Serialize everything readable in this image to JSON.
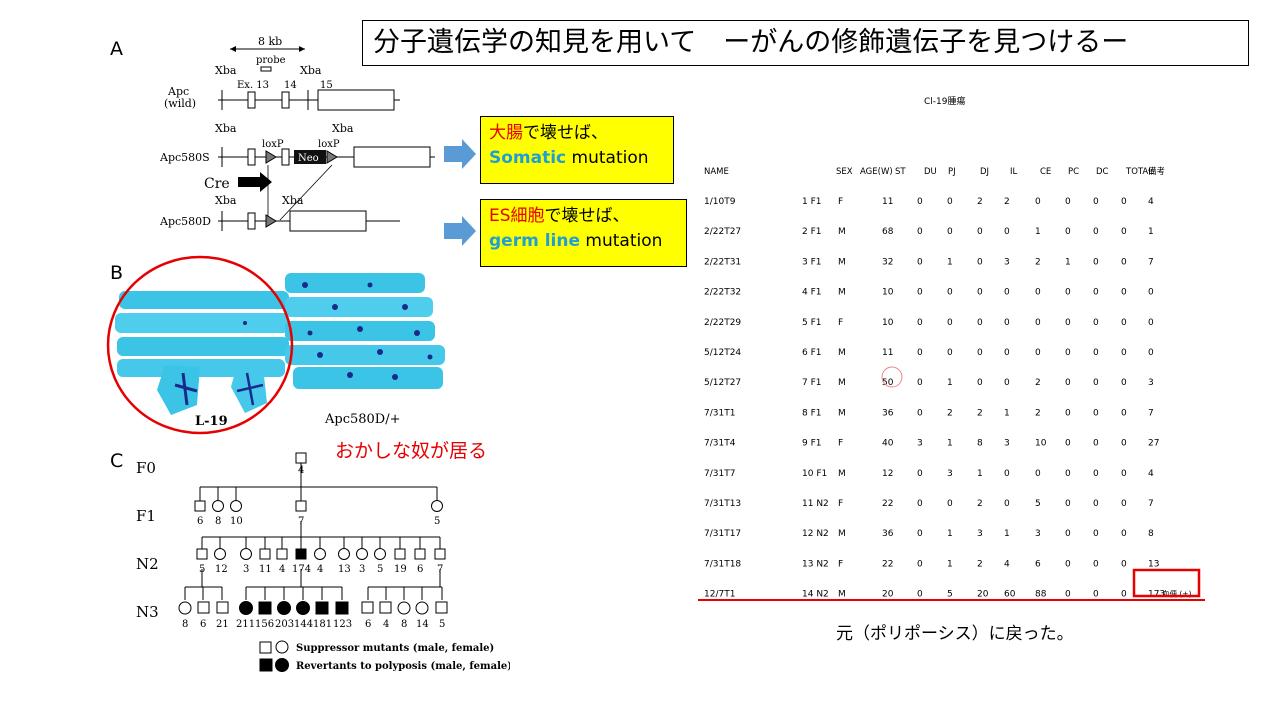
{
  "title": "分子遺伝学の知見を用いて　ーがんの修飾遺伝子を見つけるー",
  "panel_labels": {
    "a": "A",
    "b": "B",
    "c": "C"
  },
  "callout_somatic": {
    "red": "大腸",
    "rest": "で壊せば、",
    "blue": "Somatic",
    "tail": " mutation"
  },
  "callout_germ": {
    "red": "ES細胞",
    "rest": "で壊せば、",
    "blue": "germ line",
    "tail": " mutation"
  },
  "gene_map": {
    "scale": "8 kb",
    "probe": "probe",
    "xba": "Xba",
    "ex13": "Ex. 13",
    "ex14": "14",
    "ex15": "15",
    "apc_wild_1": "Apc",
    "apc_wild_2": "(wild)",
    "apc580s": "Apc580S",
    "apc580d": "Apc580D",
    "loxp": "loxP",
    "neo": "Neo",
    "cre": "Cre"
  },
  "photo": {
    "left_label": "L-19",
    "right_label": "Apc580D/+"
  },
  "odd_note": "おかしな奴が居る",
  "pedigree": {
    "gen": [
      "F0",
      "F1",
      "N2",
      "N3"
    ],
    "f0_ids": [
      "4"
    ],
    "f1_ids": [
      "6",
      "8",
      "10",
      "7",
      "5"
    ],
    "n2_ids": [
      "5",
      "12",
      "3",
      "11",
      "4",
      "174",
      "4",
      "13",
      "3",
      "5",
      "19",
      "6",
      "7"
    ],
    "n3_ids": [
      "8",
      "6",
      "21",
      "211",
      "156",
      "203",
      "144",
      "181",
      "123",
      "6",
      "4",
      "8",
      "14",
      "5"
    ],
    "legend_suppressor": "Suppressor mutants (male, female)",
    "legend_revertant": "Revertants to polyposis (male, female)"
  },
  "table": {
    "title": "Cl-19腫瘍",
    "headers": [
      "NAME",
      "SEX",
      "AGE(W)",
      "ST",
      "DU",
      "PJ",
      "DJ",
      "IL",
      "CE",
      "PC",
      "DC",
      "TOTAL",
      "備考"
    ],
    "rows": [
      {
        "name": "1/10T9",
        "no": "1 F1",
        "sex": "F",
        "age": "11",
        "v": [
          "0",
          "0",
          "2",
          "2",
          "0",
          "0",
          "0",
          "0"
        ],
        "total": "4",
        "note": ""
      },
      {
        "name": "2/22T27",
        "no": "2 F1",
        "sex": "M",
        "age": "68",
        "v": [
          "0",
          "0",
          "0",
          "0",
          "1",
          "0",
          "0",
          "0"
        ],
        "total": "1",
        "note": ""
      },
      {
        "name": "2/22T31",
        "no": "3 F1",
        "sex": "M",
        "age": "32",
        "v": [
          "0",
          "1",
          "0",
          "3",
          "2",
          "1",
          "0",
          "0"
        ],
        "total": "7",
        "note": ""
      },
      {
        "name": "2/22T32",
        "no": "4 F1",
        "sex": "M",
        "age": "10",
        "v": [
          "0",
          "0",
          "0",
          "0",
          "0",
          "0",
          "0",
          "0"
        ],
        "total": "0",
        "note": ""
      },
      {
        "name": "2/22T29",
        "no": "5 F1",
        "sex": "F",
        "age": "10",
        "v": [
          "0",
          "0",
          "0",
          "0",
          "0",
          "0",
          "0",
          "0"
        ],
        "total": "0",
        "note": ""
      },
      {
        "name": "5/12T24",
        "no": "6 F1",
        "sex": "M",
        "age": "11",
        "v": [
          "0",
          "0",
          "0",
          "0",
          "0",
          "0",
          "0",
          "0"
        ],
        "total": "0",
        "note": ""
      },
      {
        "name": "5/12T27",
        "no": "7 F1",
        "sex": "M",
        "age": "50",
        "v": [
          "0",
          "1",
          "0",
          "0",
          "2",
          "0",
          "0",
          "0"
        ],
        "total": "3",
        "note": ""
      },
      {
        "name": "7/31T1",
        "no": "8 F1",
        "sex": "M",
        "age": "36",
        "v": [
          "0",
          "2",
          "2",
          "1",
          "2",
          "0",
          "0",
          "0"
        ],
        "total": "7",
        "note": ""
      },
      {
        "name": "7/31T4",
        "no": "9 F1",
        "sex": "F",
        "age": "40",
        "v": [
          "3",
          "1",
          "8",
          "3",
          "10",
          "0",
          "0",
          "0"
        ],
        "total": "27",
        "note": ""
      },
      {
        "name": "7/31T7",
        "no": "10 F1",
        "sex": "M",
        "age": "12",
        "v": [
          "0",
          "3",
          "1",
          "0",
          "0",
          "0",
          "0",
          "0"
        ],
        "total": "4",
        "note": ""
      },
      {
        "name": "7/31T13",
        "no": "11 N2",
        "sex": "F",
        "age": "22",
        "v": [
          "0",
          "0",
          "2",
          "0",
          "5",
          "0",
          "0",
          "0"
        ],
        "total": "7",
        "note": ""
      },
      {
        "name": "7/31T17",
        "no": "12 N2",
        "sex": "M",
        "age": "36",
        "v": [
          "0",
          "1",
          "3",
          "1",
          "3",
          "0",
          "0",
          "0"
        ],
        "total": "8",
        "note": ""
      },
      {
        "name": "7/31T18",
        "no": "13 N2",
        "sex": "F",
        "age": "22",
        "v": [
          "0",
          "1",
          "2",
          "4",
          "6",
          "0",
          "0",
          "0"
        ],
        "total": "13",
        "note": ""
      },
      {
        "name": "12/7T1",
        "no": "14 N2",
        "sex": "M",
        "age": "20",
        "v": [
          "0",
          "5",
          "20",
          "60",
          "88",
          "0",
          "0",
          "0"
        ],
        "total": "173",
        "note": "血便 (+)"
      }
    ]
  },
  "caption": "元（ポリポーシス）に戻った。",
  "colors": {
    "accent_red": "#e60000",
    "callout_yellow": "#ffff00",
    "arrow_blue": "#5b9bd5",
    "tissue_cyan": "#3cc4e6",
    "tumor_navy": "#1a2a8a"
  }
}
